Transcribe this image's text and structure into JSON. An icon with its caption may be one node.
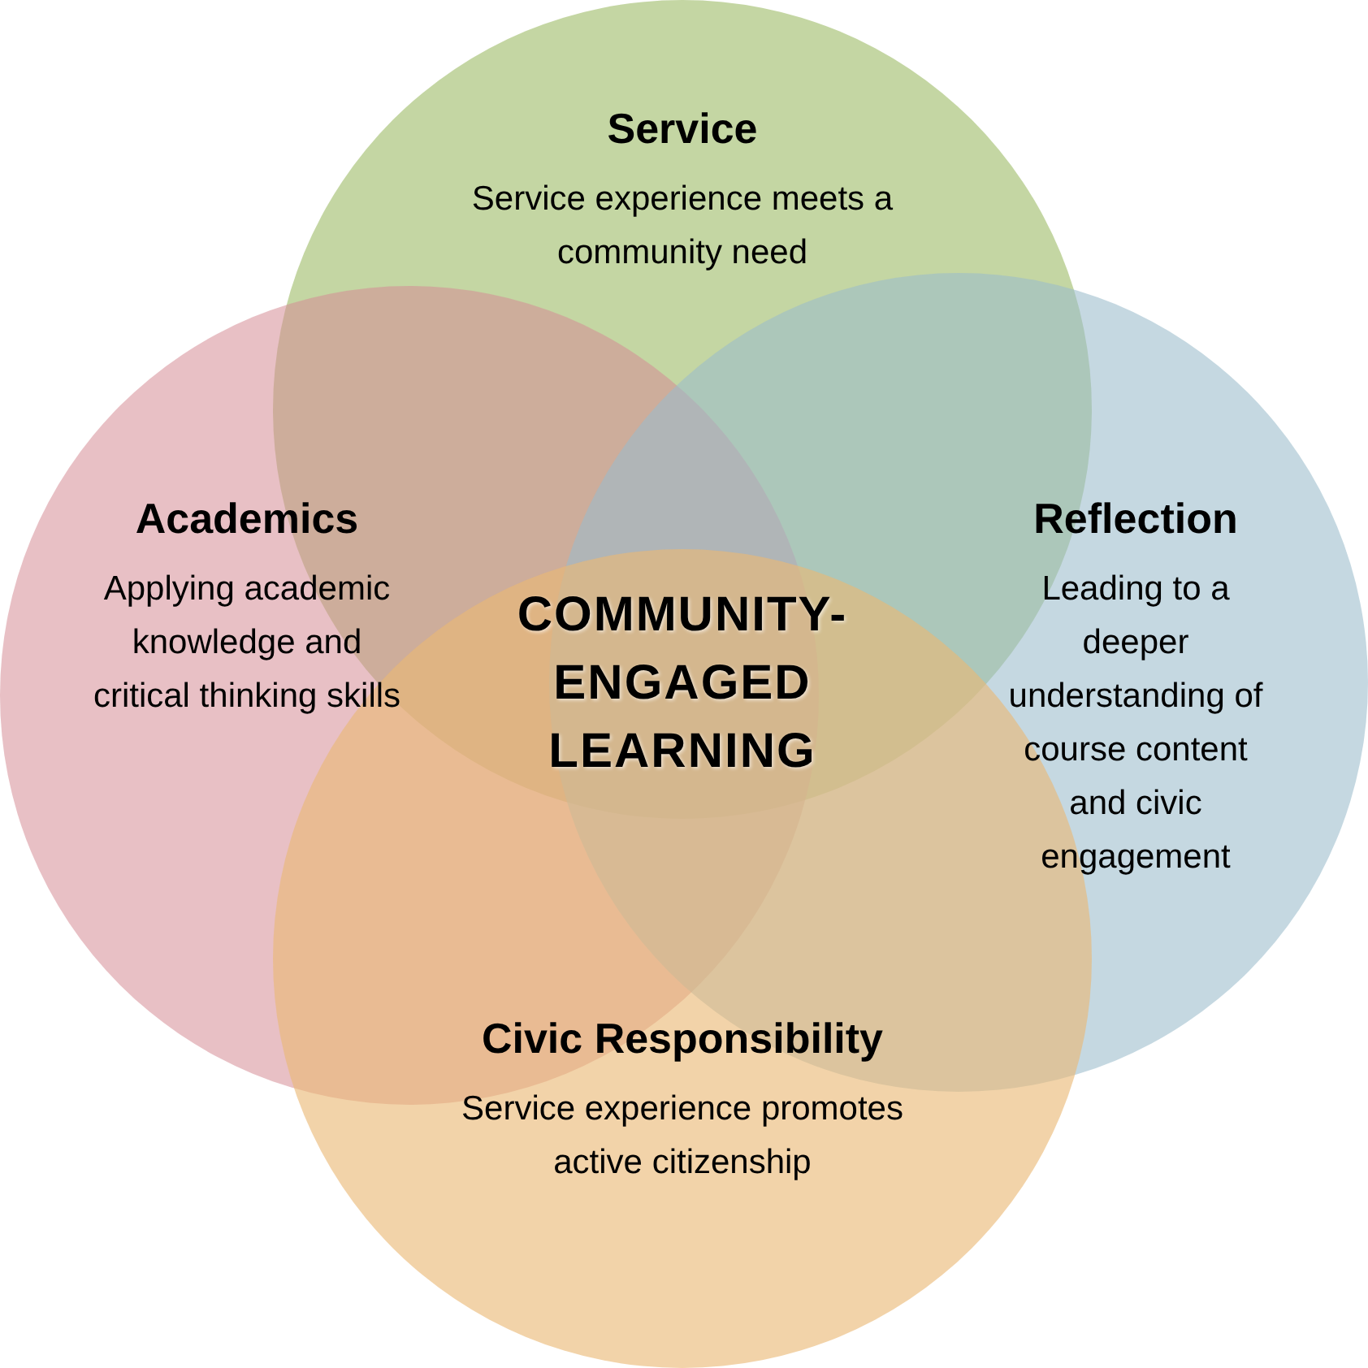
{
  "diagram": {
    "nodes": [
      {
        "text": [
          "Service",
          "Service experience meets a community need"
        ]
      },
      {
        "text": [
          "Academics",
          "Applying academic knowledge and critical thinking skills"
        ]
      },
      {
        "text": [
          "Reflection",
          "Leading to a deeper understanding of course content and civic engagement"
        ]
      },
      {
        "text": [
          "Civic Responsibility",
          "Service experience promotes active citizenship"
        ]
      }
    ],
    "labels": [
      "COMMUNITY-ENGAGED LEARNING"
    ]
  }
}
